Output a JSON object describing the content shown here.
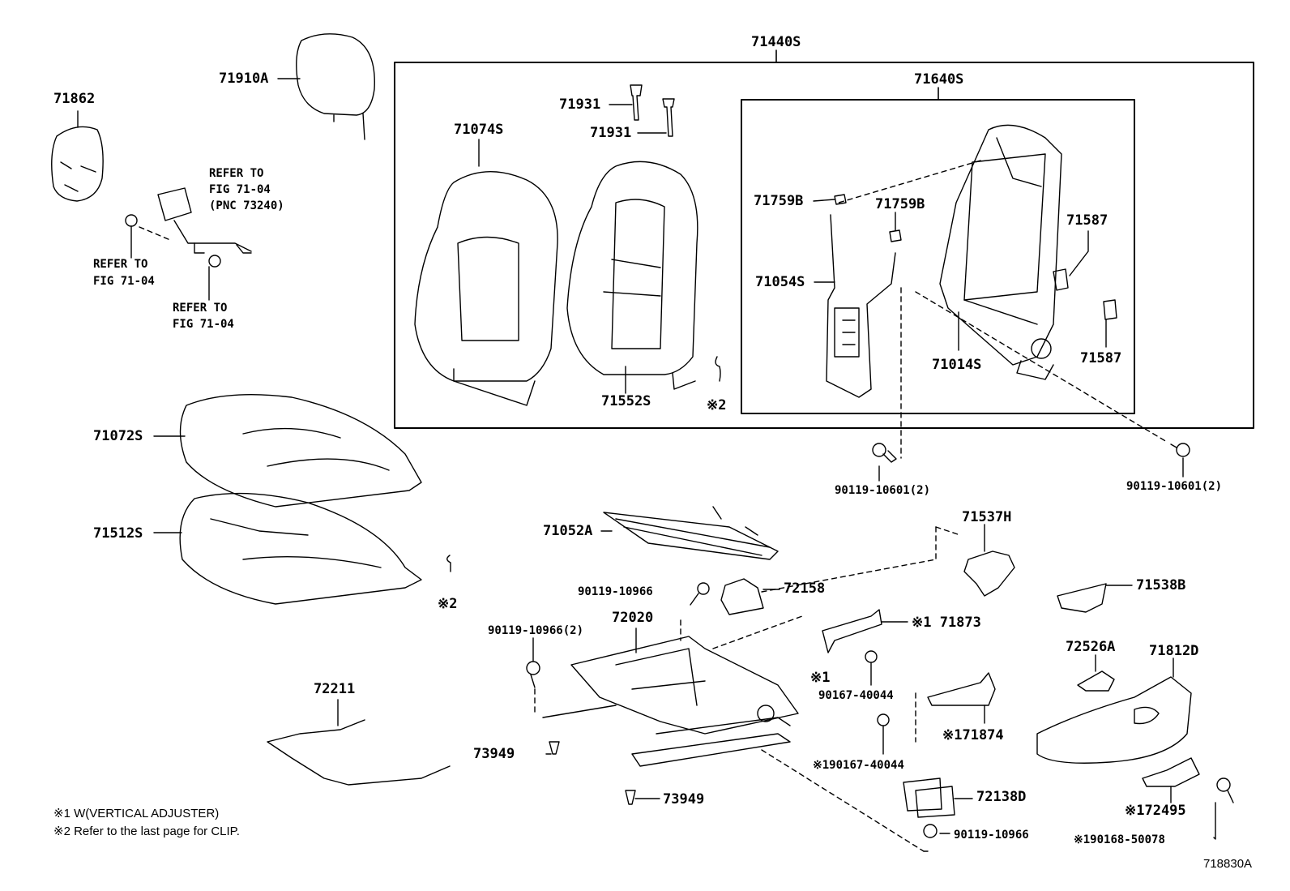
{
  "figure_code": "718830A",
  "labels": {
    "p71440S": "71440S",
    "p71640S": "71640S",
    "p71910A": "71910A",
    "p71862": "71862",
    "p71931a": "71931",
    "p71931b": "71931",
    "p71074S": "71074S",
    "p71552S": "71552S",
    "p71759Ba": "71759B",
    "p71759Bb": "71759B",
    "p71054S": "71054S",
    "p71014S": "71014S",
    "p71587a": "71587",
    "p71587b": "71587",
    "p71072S": "71072S",
    "p71512S": "71512S",
    "p71052A": "71052A",
    "p90119_10966a": "90119-10966",
    "p72158": "72158",
    "p72020": "72020",
    "p90119_10966_2": "90119-10966(2)",
    "p71537H": "71537H",
    "p71538B": "71538B",
    "p71873": "※1 71873",
    "p90167_40044a": "90167-40044",
    "mark1": "※1",
    "p72526A": "72526A",
    "p71812D": "71812D",
    "p71874": "※171874",
    "p90167_40044b": "※190167-40044",
    "p72211": "72211",
    "p73949a": "73949",
    "p73949b": "73949",
    "p72138D": "72138D",
    "p90119_10966b": "90119-10966",
    "p72495": "※172495",
    "p90168_50078": "※190168-50078",
    "p90119_10601a": "90119-10601(2)",
    "p90119_10601b": "90119-10601(2)",
    "clip2a": "※2",
    "clip2b": "※2"
  },
  "refer": {
    "r1_line1": "REFER TO",
    "r1_line2": "FIG 71-04",
    "r1_line3": "(PNC 73240)",
    "r2_line1": "REFER TO",
    "r2_line2": "FIG 71-04",
    "r3_line1": "REFER TO",
    "r3_line2": "FIG 71-04"
  },
  "notes": {
    "note1": "※1 W(VERTICAL ADJUSTER)",
    "note2": "※2 Refer to the last page for CLIP."
  }
}
